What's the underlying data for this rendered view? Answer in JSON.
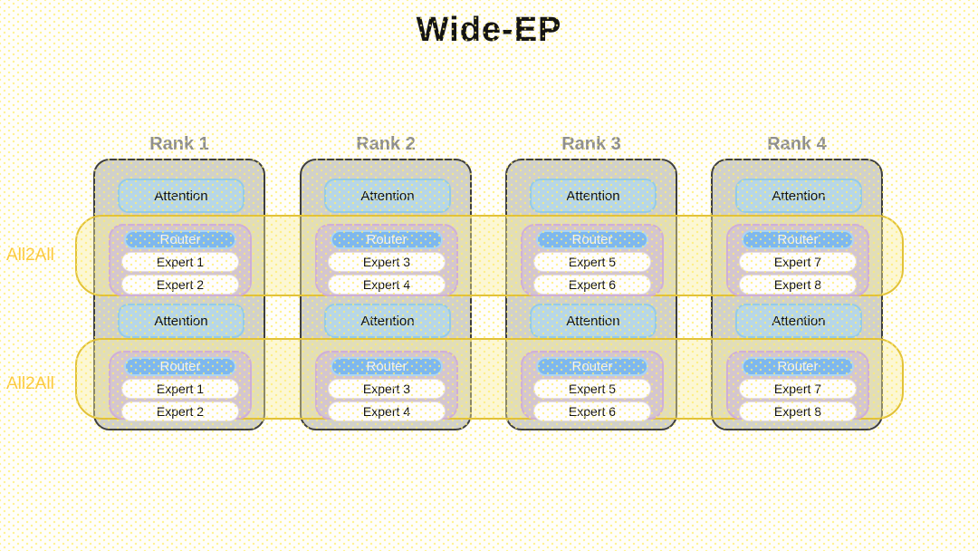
{
  "title": "Wide-EP",
  "communication_bands": [
    {
      "label": "All2All"
    },
    {
      "label": "All2All"
    }
  ],
  "ranks": [
    {
      "label": "Rank 1",
      "layers": [
        {
          "attention_label": "Attention",
          "router_label": "Router",
          "experts": [
            "Expert 1",
            "Expert 2"
          ]
        },
        {
          "attention_label": "Attention",
          "router_label": "Router",
          "experts": [
            "Expert 1",
            "Expert 2"
          ]
        }
      ]
    },
    {
      "label": "Rank 2",
      "layers": [
        {
          "attention_label": "Attention",
          "router_label": "Router",
          "experts": [
            "Expert 3",
            "Expert 4"
          ]
        },
        {
          "attention_label": "Attention",
          "router_label": "Router",
          "experts": [
            "Expert 3",
            "Expert 4"
          ]
        }
      ]
    },
    {
      "label": "Rank 3",
      "layers": [
        {
          "attention_label": "Attention",
          "router_label": "Router",
          "experts": [
            "Expert 5",
            "Expert 6"
          ]
        },
        {
          "attention_label": "Attention",
          "router_label": "Router",
          "experts": [
            "Expert 5",
            "Expert 6"
          ]
        }
      ]
    },
    {
      "label": "Rank 4",
      "layers": [
        {
          "attention_label": "Attention",
          "router_label": "Router",
          "experts": [
            "Expert 7",
            "Expert 8"
          ]
        },
        {
          "attention_label": "Attention",
          "router_label": "Router",
          "experts": [
            "Expert 7",
            "Expert 8"
          ]
        }
      ]
    }
  ],
  "colors": {
    "title_text": "#141414",
    "rank_label_text": "#8e8e8e",
    "rank_fill": "#d0d0cb",
    "rank_border": "#3d3d3d",
    "attention_fill": "#b6d6e8",
    "attention_border": "#93cbe9",
    "moe_fill": "#d3c5d0",
    "moe_border": "#cfaed8",
    "router_fill": "#7db7ef",
    "router_border": "#aad4f6",
    "router_text": "#f3f3f5",
    "expert_fill": "#fefdfe",
    "expert_border": "#e3dce6",
    "band_fill": "#f7ee9f",
    "band_border": "#e2c138",
    "band_label_text": "#fcc83d"
  }
}
